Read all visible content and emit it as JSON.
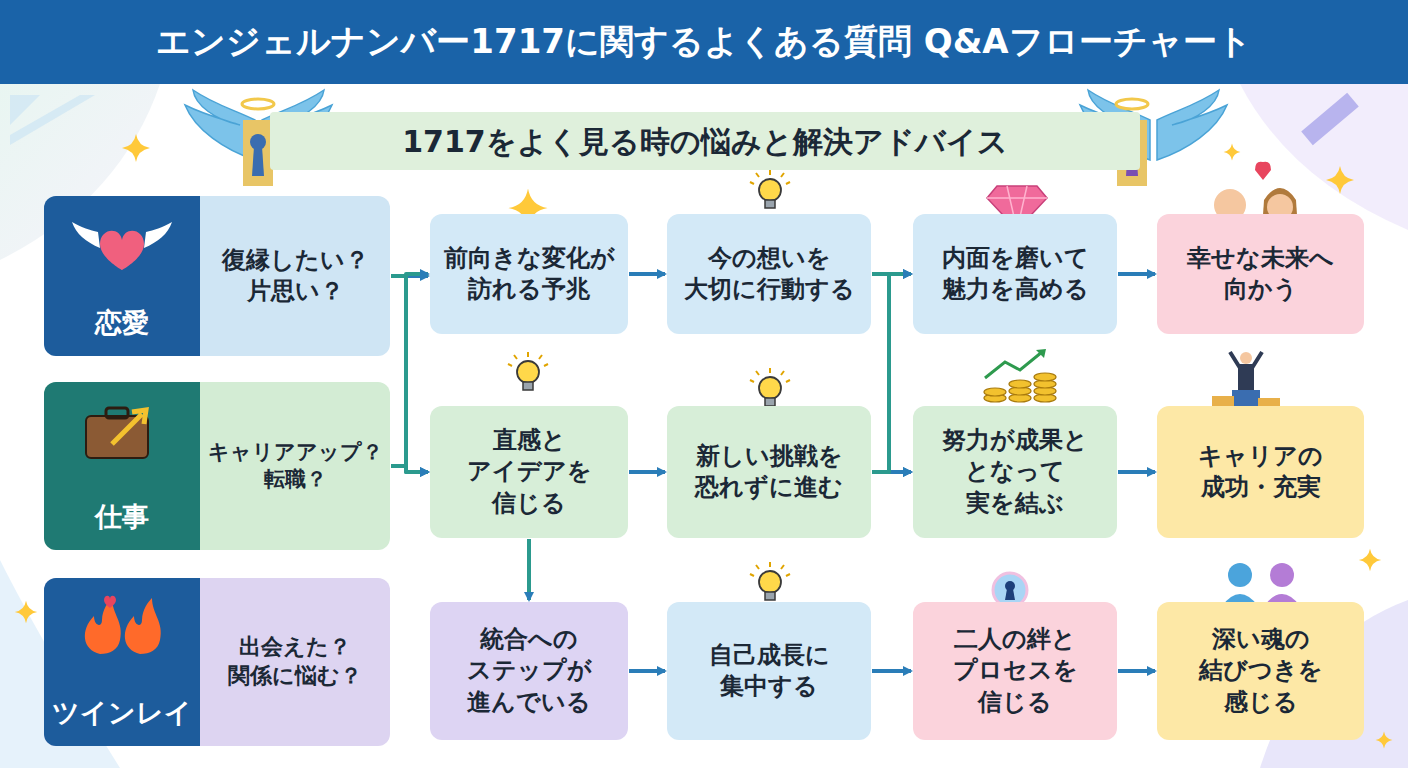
{
  "diagram": {
    "title": "エンジェルナンバー1717に関するよくある質問 Q&Aフローチャート",
    "nodes": [
      {
        "text": [
          "1717をよく見る時の悩みと解決アドバイス"
        ]
      },
      {
        "text": [
          "恋愛",
          "復縁したい？ 片思い？"
        ]
      },
      {
        "text": [
          "前向きな変化が 訪れる予兆"
        ]
      },
      {
        "text": [
          "今の想いを 大切に行動する"
        ]
      },
      {
        "text": [
          "内面を磨いて 魅力を高める"
        ]
      },
      {
        "text": [
          "幸せな未来へ 向かう"
        ]
      },
      {
        "text": [
          "仕事",
          "キャリアアップ？ 転職？"
        ]
      },
      {
        "text": [
          "直感と アイデアを 信じる"
        ]
      },
      {
        "text": [
          "新しい挑戦を 恐れずに進む"
        ]
      },
      {
        "text": [
          "努力が成果と となって 実を結ぶ"
        ]
      },
      {
        "text": [
          "キャリアの 成功・充実"
        ]
      },
      {
        "text": [
          "ツインレイ",
          "出会えた？ 関係に悩む？"
        ]
      },
      {
        "text": [
          "統合への ステップが 進んでいる"
        ]
      },
      {
        "text": [
          "自己成長に 集中する"
        ]
      },
      {
        "text": [
          "二人の絆と プロセスを 信じる"
        ]
      },
      {
        "text": [
          "深い魂の 結びつきを 感じる"
        ]
      }
    ],
    "edges": [
      {
        "from": 1,
        "to": 2,
        "arrow": "to"
      },
      {
        "from": 1,
        "to": 7,
        "arrow": "to"
      },
      {
        "from": 6,
        "to": 7,
        "arrow": "to"
      },
      {
        "from": 6,
        "to": 2,
        "arrow": "to"
      },
      {
        "from": 2,
        "to": 3,
        "arrow": "to"
      },
      {
        "from": 7,
        "to": 8,
        "arrow": "to"
      },
      {
        "from": 7,
        "to": 12,
        "arrow": "to"
      },
      {
        "from": 3,
        "to": 4,
        "arrow": "to"
      },
      {
        "from": 3,
        "to": 9,
        "arrow": "to"
      },
      {
        "from": 8,
        "to": 9,
        "arrow": "to"
      },
      {
        "from": 8,
        "to": 4,
        "arrow": "to"
      },
      {
        "from": 4,
        "to": 5,
        "arrow": "to"
      },
      {
        "from": 9,
        "to": 10,
        "arrow": "to"
      },
      {
        "from": 12,
        "to": 13,
        "arrow": "to"
      },
      {
        "from": 13,
        "to": 14,
        "arrow": "to"
      },
      {
        "from": 14,
        "to": 15,
        "arrow": "to"
      }
    ]
  }
}
